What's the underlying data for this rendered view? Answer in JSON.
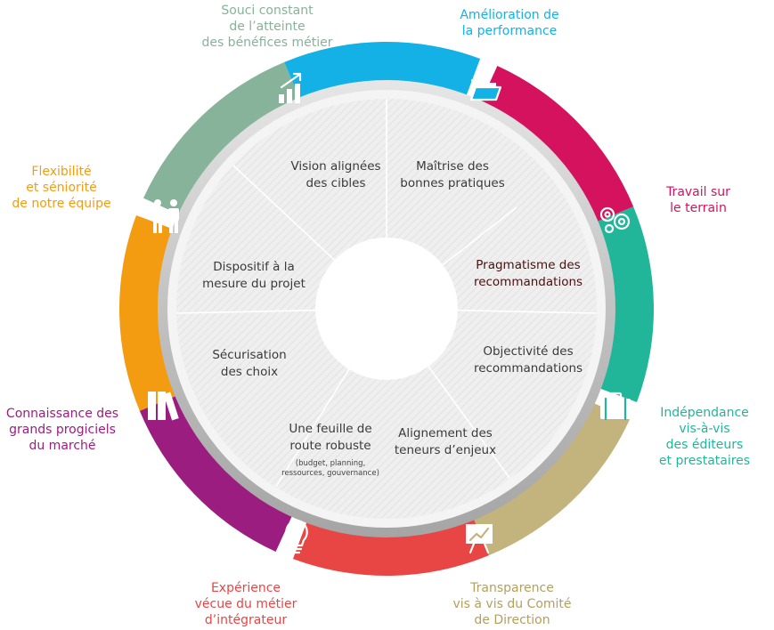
{
  "colors": {
    "benefices": "#86b39a",
    "performance": "#13b1e6",
    "terrain": "#d5125d",
    "independance": "#21b69a",
    "transparence": "#c3b37c",
    "experience": "#e84545",
    "connaissance": "#9c1d80",
    "flexibilite": "#f39c12",
    "ring": "#b9b9b9",
    "inner": "#eeeeee",
    "innerDark": "#4a1010"
  },
  "outer": {
    "benefices": "Souci constant\nde l’atteinte\ndes bénéfices métier",
    "performance": "Amélioration de\nla performance",
    "terrain": "Travail sur\nle terrain",
    "independance": "Indépendance\nvis-à-vis\ndes éditeurs\net prestataires",
    "transparence": "Transparence\nvis à vis du Comité\nde Direction",
    "experience": "Expérience\nvécue du métier\nd’intégrateur",
    "connaissance": "Connaissance des\ngrands progiciels\ndu marché",
    "flexibilite": "Flexibilité\net séniorité\nde notre équipe"
  },
  "inner": {
    "vision": "Vision alignées\ndes cibles",
    "maitrise": "Maîtrise des\nbonnes pratiques",
    "pragmatisme": "Pragmatisme des\nrecommandations",
    "objectivite": "Objectivité des\nrecommandations",
    "alignement": "Alignement des\nteneurs d’enjeux",
    "feuille": "Une feuille de\nroute robuste",
    "feuille_note": "(budget, planning,\nressources, gouvernance)",
    "securisation": "Sécurisation\ndes choix",
    "dispositif": "Dispositif à la\nmesure du projet"
  },
  "icons": {
    "benefices": "growth-chart-icon",
    "performance": "folder-icon",
    "terrain": "gears-icon",
    "independance": "briefcase-icon",
    "transparence": "presentation-board-icon",
    "experience": "lightbulb-icon",
    "connaissance": "books-icon",
    "flexibilite": "people-icon"
  }
}
